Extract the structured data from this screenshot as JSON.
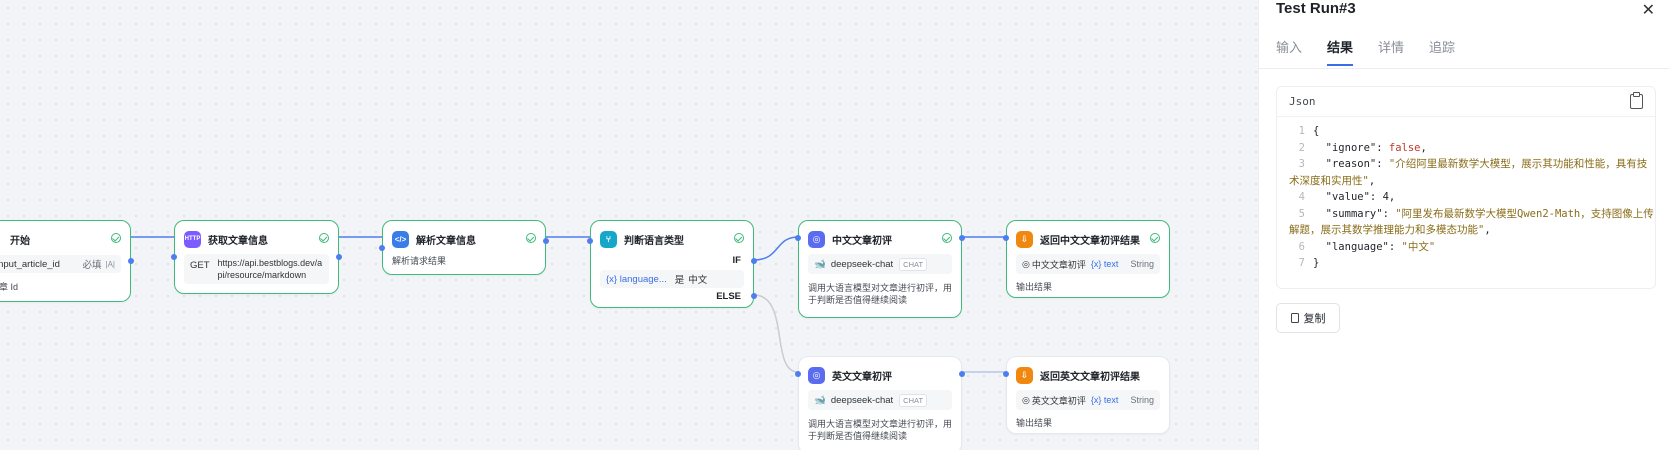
{
  "canvas": {
    "nodes": {
      "start": {
        "title": "开始",
        "var_name": "input_article_id",
        "required": "必填",
        "type_badge": "|A|",
        "desc": "文章 Id"
      },
      "http": {
        "title": "获取文章信息",
        "icon_text": "HTTP",
        "method": "GET",
        "url": "https://api.bestblogs.dev/api/resource/markdown"
      },
      "parse": {
        "title": "解析文章信息",
        "icon_text": "</>",
        "desc": "解析请求结果"
      },
      "ifelse": {
        "title": "判断语言类型",
        "if_label": "IF",
        "else_label": "ELSE",
        "cond_var": "{x} language...",
        "cond_op": "是",
        "cond_val": "中文"
      },
      "llm_cn": {
        "title": "中文文章初评",
        "model": "deepseek-chat",
        "model_tag": "CHAT",
        "desc": "调用大语言模型对文章进行初评，用于判断是否值得继续阅读"
      },
      "ret_cn": {
        "title": "返回中文文章初评结果",
        "src": "中文文章初评",
        "var": "{x} text",
        "type": "String",
        "desc": "输出结果"
      },
      "llm_en": {
        "title": "英文文章初评",
        "model": "deepseek-chat",
        "model_tag": "CHAT",
        "desc": "调用大语言模型对文章进行初评，用于判断是否值得继续阅读"
      },
      "ret_en": {
        "title": "返回英文文章初评结果",
        "src": "英文文章初评",
        "var": "{x} text",
        "type": "String",
        "desc": "输出结果"
      }
    }
  },
  "panel": {
    "title": "Test Run#3",
    "tabs": [
      "输入",
      "结果",
      "详情",
      "追踪"
    ],
    "active_tab": 1,
    "json_label": "Json",
    "code": {
      "l1": "{",
      "ignore_key": "\"ignore\"",
      "ignore_val": "false",
      "reason_key": "\"reason\"",
      "reason_val": "\"介绍阿里最新数学大模型，展示其功能和性能，具有技术深度和实用性\"",
      "value_key": "\"value\"",
      "value_val": "4",
      "summary_key": "\"summary\"",
      "summary_val": "\"阿里发布最新数学大模型Qwen2-Math，支持图像上传解题，展示其数学推理能力和多模态功能\"",
      "language_key": "\"language\"",
      "language_val": "\"中文\"",
      "l7": "}"
    },
    "copy_label": "复制"
  }
}
